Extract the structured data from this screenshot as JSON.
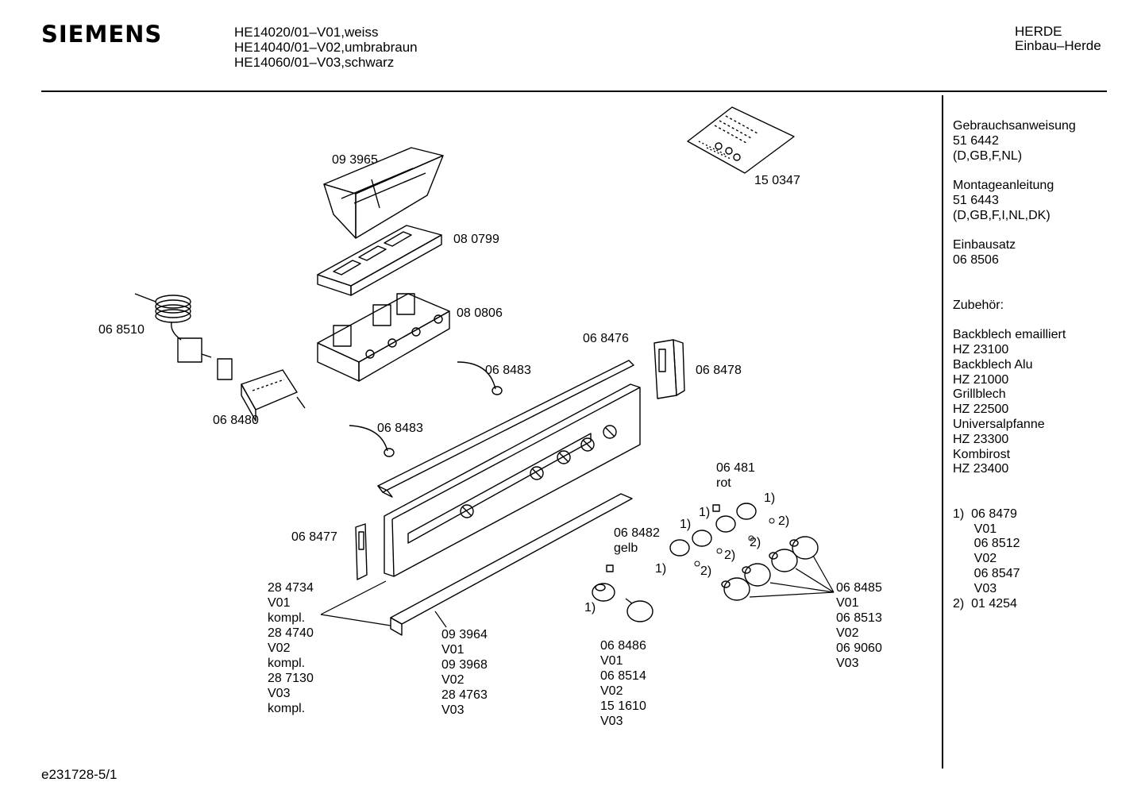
{
  "header": {
    "brand": "SIEMENS",
    "models": [
      "HE14020/01–V01,weiss",
      "HE14040/01–V02,umbrabraun",
      "HE14060/01–V03,schwarz"
    ],
    "category": [
      "HERDE",
      "Einbau–Herde"
    ]
  },
  "sidebar": [
    "Gebrauchsanweisung",
    "51 6442",
    "(D,GB,F,NL)",
    "",
    "Montageanleitung",
    "51 6443",
    "(D,GB,F,I,NL,DK)",
    "",
    "Einbausatz",
    "06 8506",
    "",
    "",
    "Zubehör:",
    "",
    "Backblech emailliert",
    "HZ 23100",
    "Backblech Alu",
    "HZ 21000",
    "Grillblech",
    "HZ 22500",
    "Universalpfanne",
    "HZ 23300",
    "Kombirost",
    "HZ 23400",
    "",
    "",
    "1)  06 8479",
    "      V01",
    "      06 8512",
    "      V02",
    "      06 8547",
    "      V03",
    "2)  01 4254"
  ],
  "labels": {
    "p093965": "09 3965",
    "p150347": "15 0347",
    "p080799": "08 0799",
    "p080806": "08 0806",
    "p068510": "06 8510",
    "p068476": "06 8476",
    "p068478": "06 8478",
    "p068483a": "06 8483",
    "p068480": "06 8480",
    "p068483b": "06 8483",
    "p06481": "06 481",
    "rot": "rot",
    "p068477": "06 8477",
    "p068482": "06 8482",
    "gelb": "gelb",
    "n1a": "1)",
    "n1b": "1)",
    "n1c": "1)",
    "n1d": "1)",
    "n1e": "1)",
    "n2a": "2)",
    "n2b": "2)",
    "n2c": "2)",
    "n2d": "2)",
    "panel_parts": [
      "28 4734",
      "V01",
      "kompl.",
      "28 4740",
      "V02",
      "kompl.",
      "28 7130",
      "V03",
      "kompl."
    ],
    "strip_parts": [
      "09 3964",
      "V01",
      "09 3968",
      "V02",
      "28 4763",
      "V03"
    ],
    "knob_small_parts": [
      "06 8486",
      "V01",
      "06 8514",
      "V02",
      "15 1610",
      "V03"
    ],
    "knob_large_parts": [
      "06 8485",
      "V01",
      "06 8513",
      "V02",
      "06 9060",
      "V03"
    ]
  },
  "footer": "e231728-5/1"
}
